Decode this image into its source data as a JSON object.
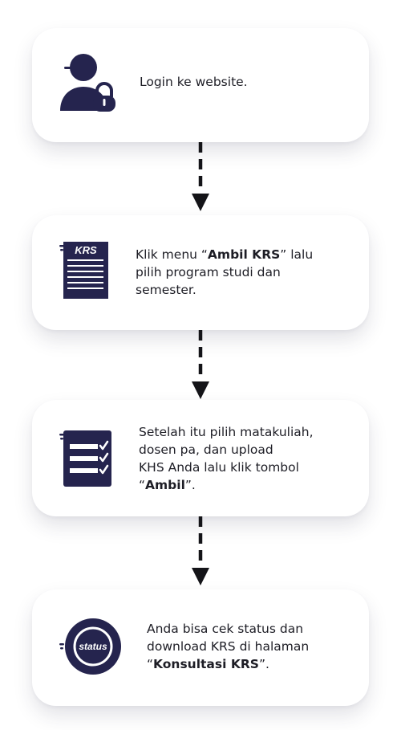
{
  "colors": {
    "navy": "#25244e",
    "text": "#1d1d25",
    "arrow": "#141418"
  },
  "steps": [
    {
      "icon": "user-lock-icon",
      "parts": [
        {
          "t": "Login ke website.",
          "b": false
        }
      ]
    },
    {
      "icon": "krs-document-icon",
      "badge": "KRS",
      "parts": [
        {
          "t": "Klik menu “",
          "b": false
        },
        {
          "t": "Ambil KRS",
          "b": true
        },
        {
          "t": "” lalu\npilih program studi dan\nsemester.",
          "b": false
        }
      ]
    },
    {
      "icon": "checklist-icon",
      "parts": [
        {
          "t": "Setelah itu pilih matakuliah,\ndosen pa, dan upload\nKHS Anda lalu klik tombol\n“",
          "b": false
        },
        {
          "t": "Ambil",
          "b": true
        },
        {
          "t": "”.",
          "b": false
        }
      ]
    },
    {
      "icon": "status-badge-icon",
      "badge": "status",
      "parts": [
        {
          "t": "Anda bisa cek status dan\ndownload KRS di halaman\n“",
          "b": false
        },
        {
          "t": "Konsultasi KRS",
          "b": true
        },
        {
          "t": "”.",
          "b": false
        }
      ]
    }
  ]
}
